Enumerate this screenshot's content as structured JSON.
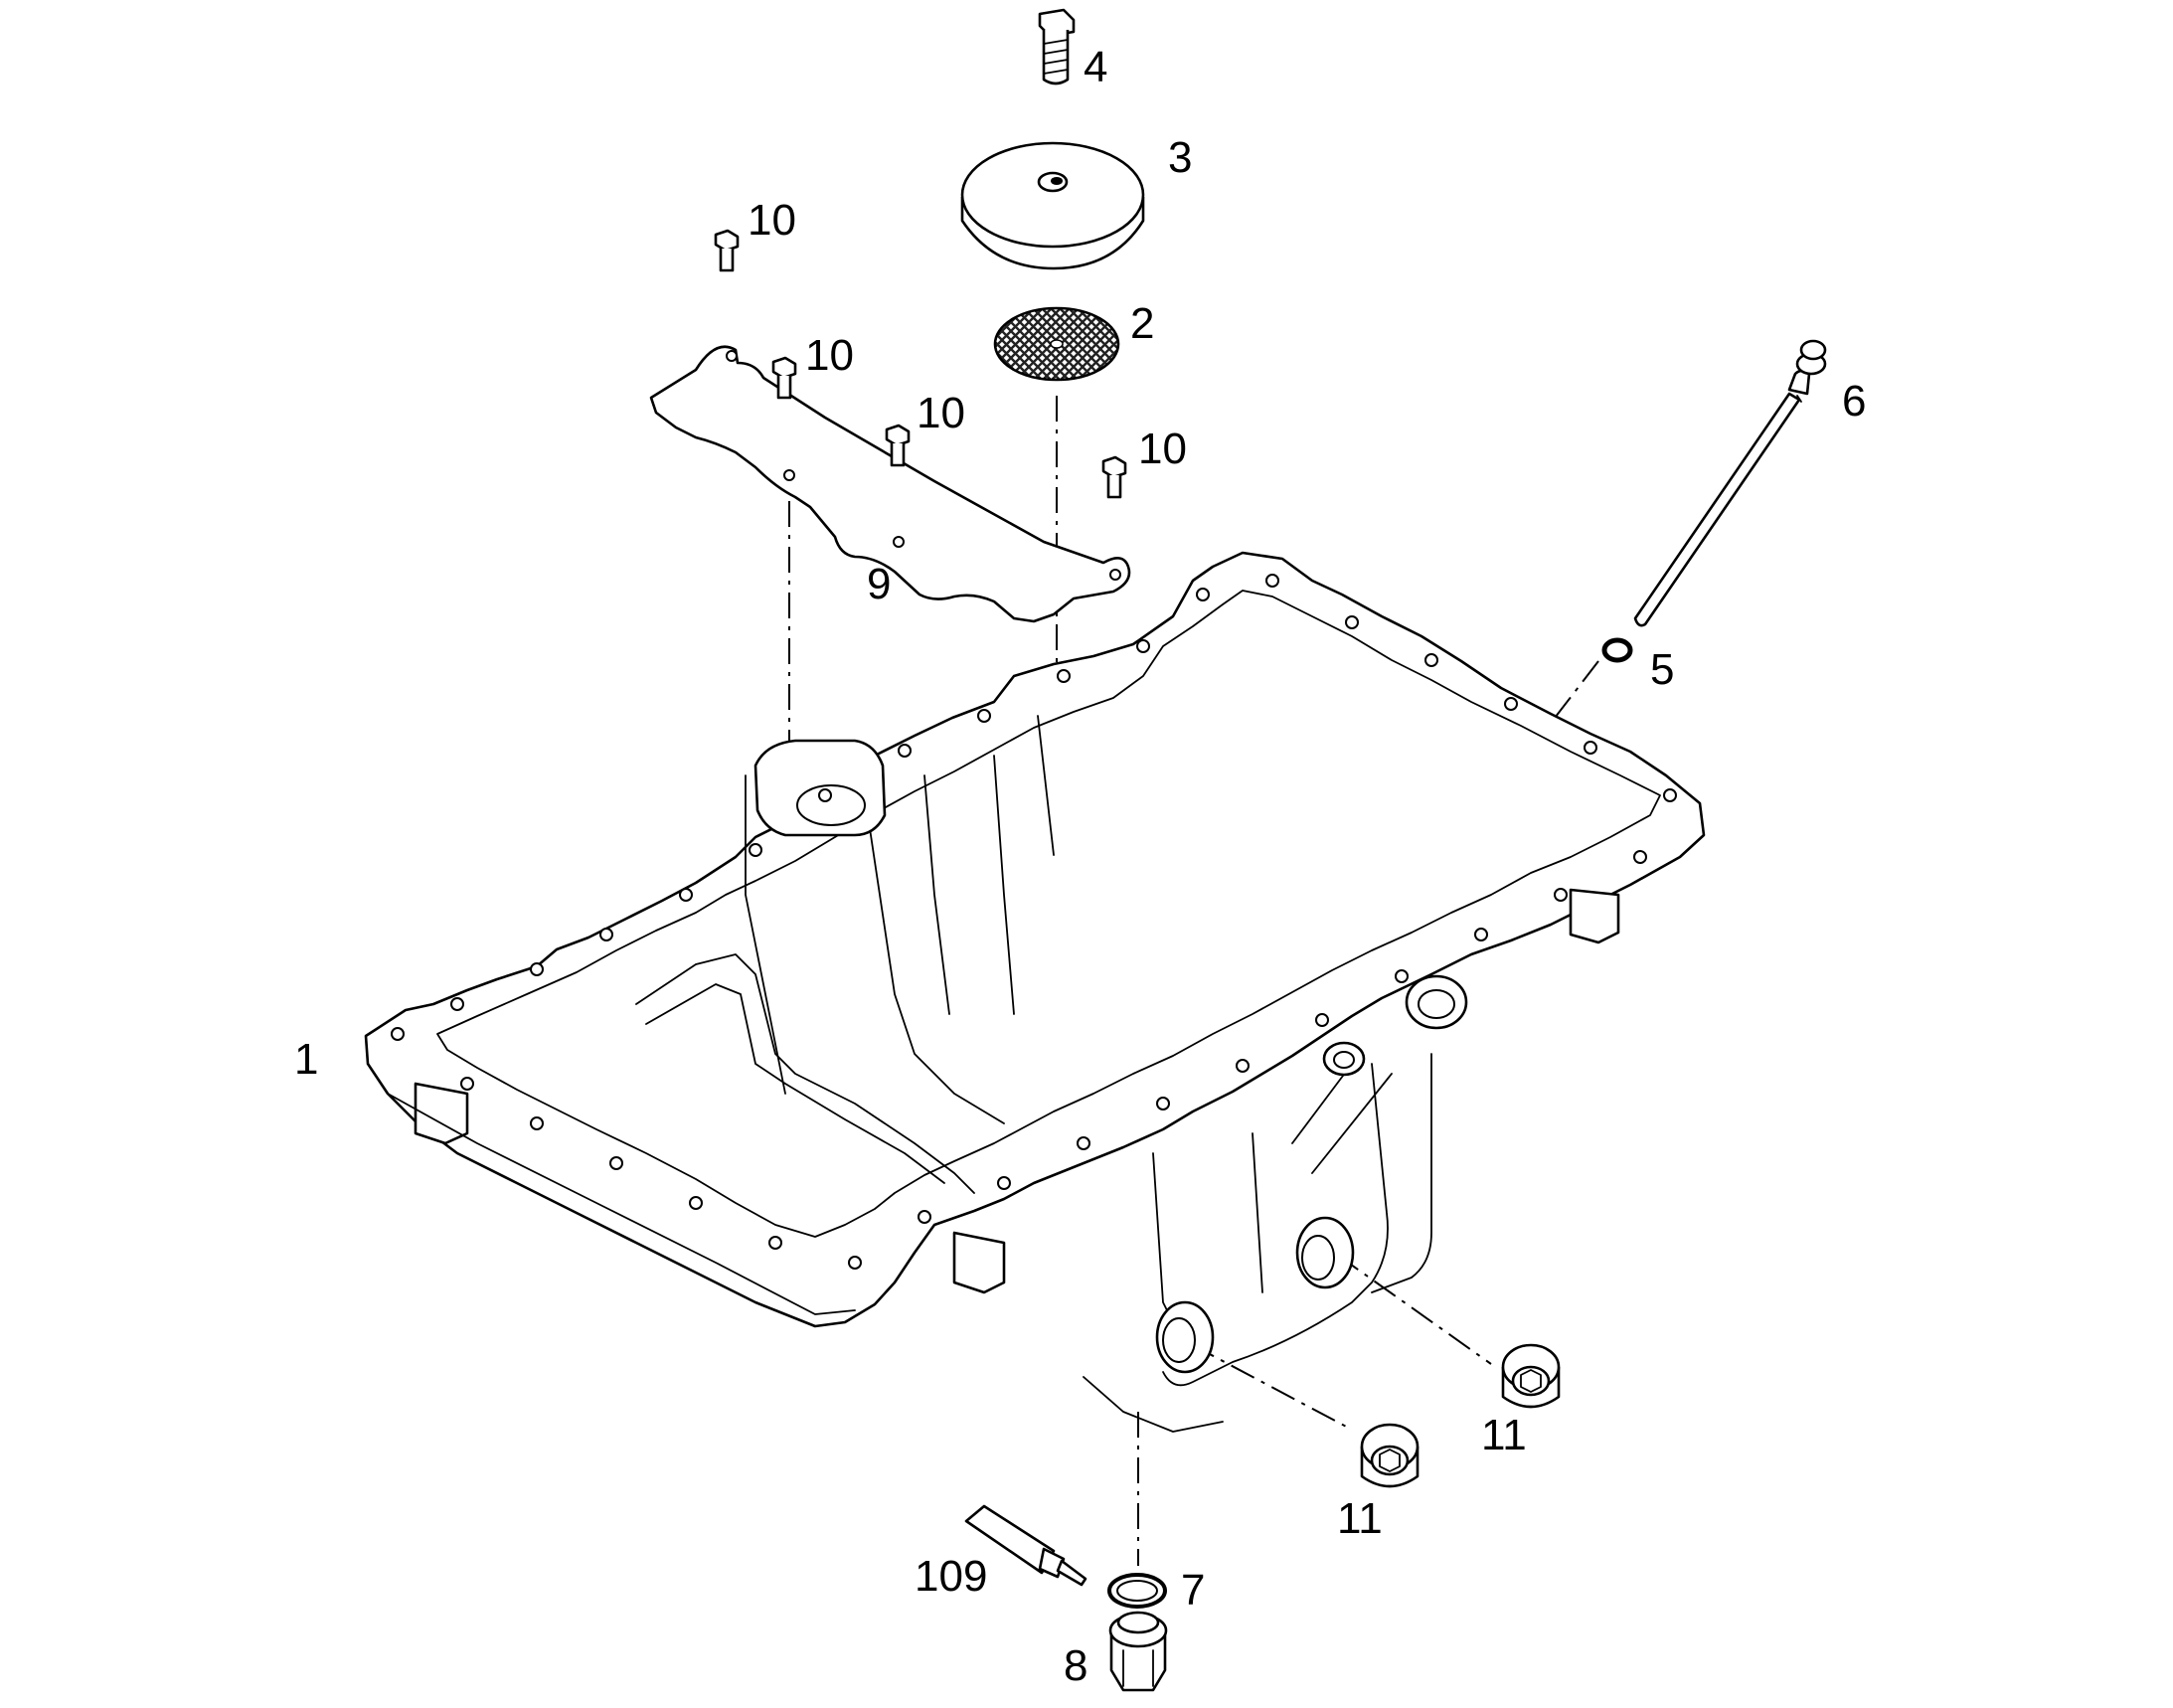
{
  "diagram": {
    "callouts": {
      "c1": "1",
      "c2": "2",
      "c3": "3",
      "c4": "4",
      "c5": "5",
      "c6": "6",
      "c7": "7",
      "c8": "8",
      "c9": "9",
      "c10a": "10",
      "c10b": "10",
      "c10c": "10",
      "c10d": "10",
      "c11a": "11",
      "c11b": "11",
      "c109": "109"
    }
  },
  "colors": {
    "line": "#000000",
    "background": "#ffffff",
    "filter_mesh": "#222222"
  }
}
